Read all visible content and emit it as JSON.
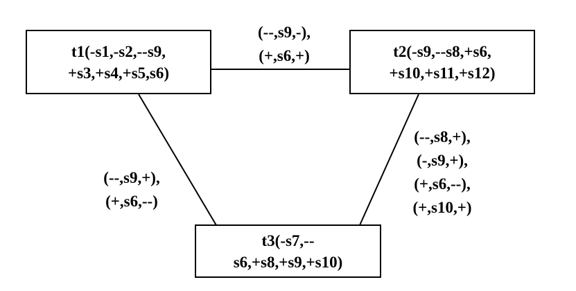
{
  "nodes": {
    "t1": {
      "line1": "t1(-s1,-s2,--s9,",
      "line2": "+s3,+s4,+s5,s6)"
    },
    "t2": {
      "line1": "t2(-s9,--s8,+s6,",
      "line2": "+s10,+s11,+s12)"
    },
    "t3": {
      "line1": "t3(-s7,--",
      "line2": "s6,+s8,+s9,+s10)"
    }
  },
  "edges": {
    "t1_t2": {
      "labels": [
        "(--,s9,-),",
        "(+,s6,+)"
      ]
    },
    "t1_t3": {
      "labels": [
        "(--,s9,+),",
        "(+,s6,--)"
      ]
    },
    "t2_t3": {
      "labels": [
        "(--,s8,+),",
        "(-,s9,+),",
        "(+,s6,--),",
        "(+,s10,+)"
      ]
    }
  },
  "colors": {
    "stroke": "#000000",
    "text": "#000000",
    "background": "#ffffff"
  }
}
